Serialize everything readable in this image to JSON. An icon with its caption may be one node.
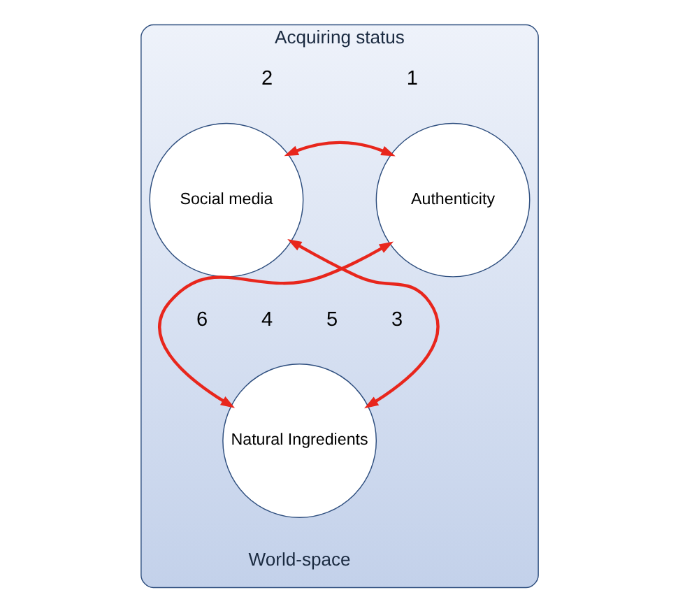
{
  "diagram": {
    "nodes": [
      {
        "text": [
          "Acquiring status",
          "World-space"
        ]
      },
      {
        "text": [
          "Social media"
        ],
        "in": 0
      },
      {
        "text": [
          "Authenticity"
        ],
        "in": 0
      },
      {
        "text": [
          "Natural Ingredients"
        ],
        "in": 0
      }
    ],
    "edges": [
      {
        "from": 1,
        "to": 2,
        "arrow": "both"
      },
      {
        "from": 2,
        "to": 3,
        "arrow": "both"
      },
      {
        "from": 3,
        "to": 1,
        "arrow": "both"
      }
    ],
    "labels": [
      "2",
      "1",
      "6",
      "4",
      "5",
      "3"
    ]
  }
}
